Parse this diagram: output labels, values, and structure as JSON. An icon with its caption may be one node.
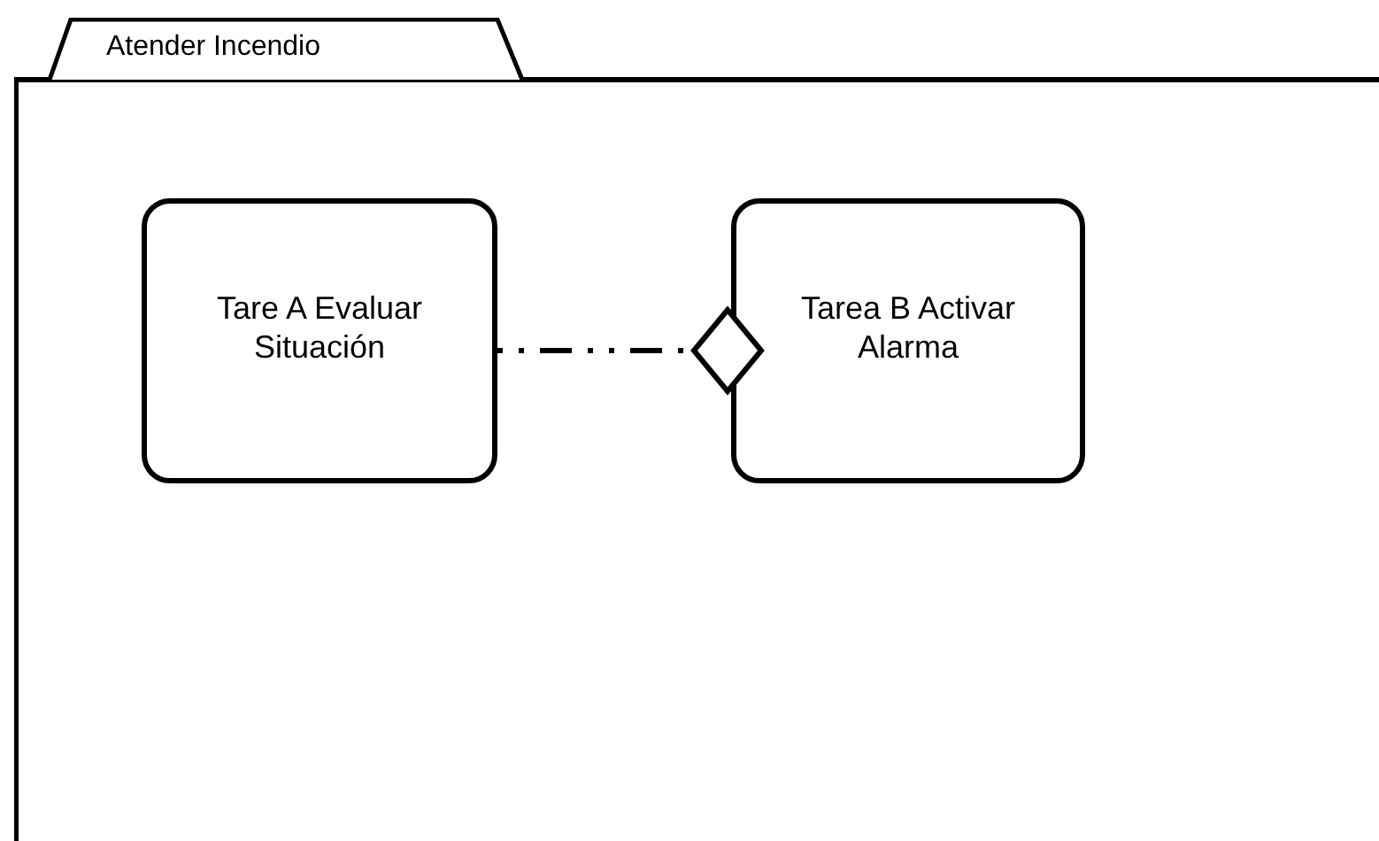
{
  "diagram": {
    "nodes": [
      {
        "text": [
          "Atender Incendio"
        ]
      },
      {
        "text": [
          "Tare A Evaluar Situación"
        ],
        "in": 0
      },
      {
        "text": [
          "Tarea B Activar Alarma"
        ],
        "in": 0
      }
    ],
    "edges": [
      {
        "from": 1,
        "to": 2,
        "arrow": "other",
        "style": "dashed"
      }
    ]
  }
}
